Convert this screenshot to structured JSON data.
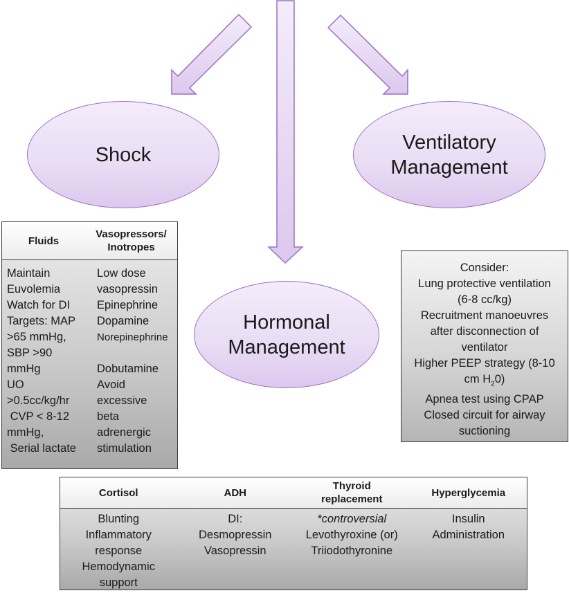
{
  "diagram": {
    "nodes": {
      "shock": {
        "label_lines": [
          "Shock"
        ]
      },
      "ventilatory": {
        "label_lines": [
          "Ventilatory",
          "Management"
        ]
      },
      "hormonal": {
        "label_lines": [
          "Hormonal",
          "Management"
        ]
      }
    },
    "arrows": [
      {
        "from": "top",
        "to": "shock",
        "direction": "down-left"
      },
      {
        "from": "top",
        "to": "hormonal",
        "direction": "down"
      },
      {
        "from": "top",
        "to": "ventilatory",
        "direction": "down-right"
      }
    ],
    "colors": {
      "arrow_fill": "#e6d6f3",
      "arrow_stroke": "#9b6fc2",
      "ellipse_fill": "#ecdff6",
      "ellipse_stroke": "#9b6fc2",
      "box_border": "#3c3c3c",
      "box_fill_top": "#ededed",
      "box_fill_bottom": "#a9a9a9"
    }
  },
  "shock_table": {
    "headers": [
      "Fluids",
      "Vasopressors/\nInotropes"
    ],
    "header_lines": [
      [
        "Fluids"
      ],
      [
        "Vasopressors/",
        "Inotropes"
      ]
    ],
    "fluids": [
      "Maintain",
      "Euvolemia",
      "Watch for DI",
      "Targets: MAP",
      ">65 mmHg,",
      "SBP >90",
      "mmHg",
      "UO",
      ">0.5cc/kg/hr",
      " CVP < 8-12",
      "mmHg,",
      " Serial lactate"
    ],
    "vasopressors": [
      "Low dose",
      "vasopressin",
      "Epinephrine",
      "Dopamine",
      "Norepinephrine",
      "",
      "Dobutamine",
      "Avoid",
      "excessive",
      "beta",
      "adrenergic",
      "stimulation"
    ]
  },
  "ventilatory_box": {
    "lines": [
      "Consider:",
      "Lung protective ventilation",
      "(6-8 cc/kg)",
      "Recruitment manoeuvres",
      "after disconnection of",
      "ventilator",
      "Higher PEEP strategy (8-10",
      "cm H",
      "2",
      "0)",
      "Apnea test using CPAP",
      "Closed circuit for airway",
      "suctioning"
    ]
  },
  "hormone_table": {
    "headers": [
      [
        "Cortisol"
      ],
      [
        "ADH"
      ],
      [
        "Thyroid",
        "replacement"
      ],
      [
        "Hyperglycemia"
      ]
    ],
    "columns": [
      [
        "Blunting",
        "Inflammatory",
        "response",
        "Hemodynamic",
        "support"
      ],
      [
        "DI:",
        "Desmopressin",
        "Vasopressin"
      ],
      [
        "*controversial",
        "Levothyroxine (or)",
        "Triiodothyronine"
      ],
      [
        "Insulin",
        "Administration"
      ]
    ]
  }
}
